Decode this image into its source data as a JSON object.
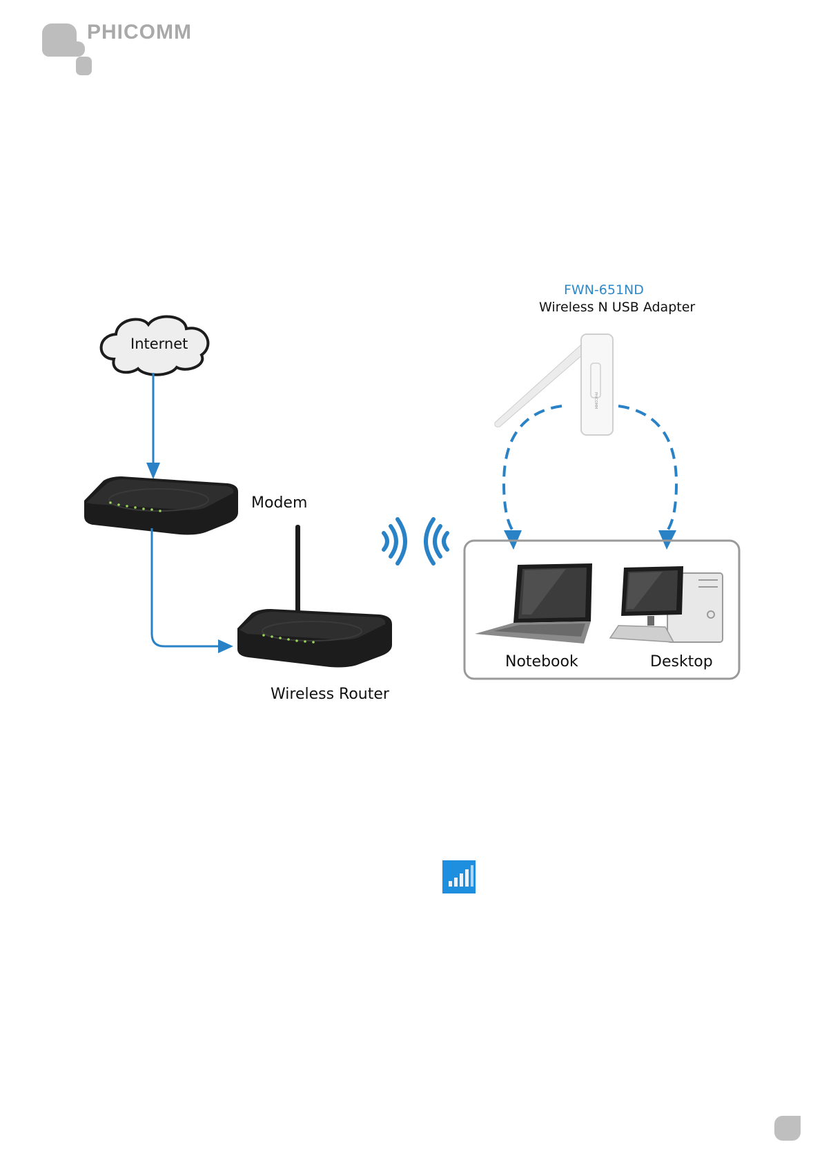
{
  "header": {
    "brand": "PHICOMM"
  },
  "diagram": {
    "internet": "Internet",
    "modem": "Modem",
    "router": "Wireless Router",
    "adapter_model": "FWN-651ND",
    "adapter_name": "Wireless N USB Adapter",
    "notebook": "Notebook",
    "desktop": "Desktop",
    "adapter_brand_mark": "PHICOMM"
  },
  "colors": {
    "accent_blue": "#2e88c7",
    "line_blue": "#2a82c6",
    "brand_gray": "#a9a9a9",
    "device_black": "#1c1c1c"
  },
  "icons": [
    "phicomm-logo-icon",
    "cloud-icon",
    "wifi-waves-icon",
    "signal-bars-icon"
  ]
}
